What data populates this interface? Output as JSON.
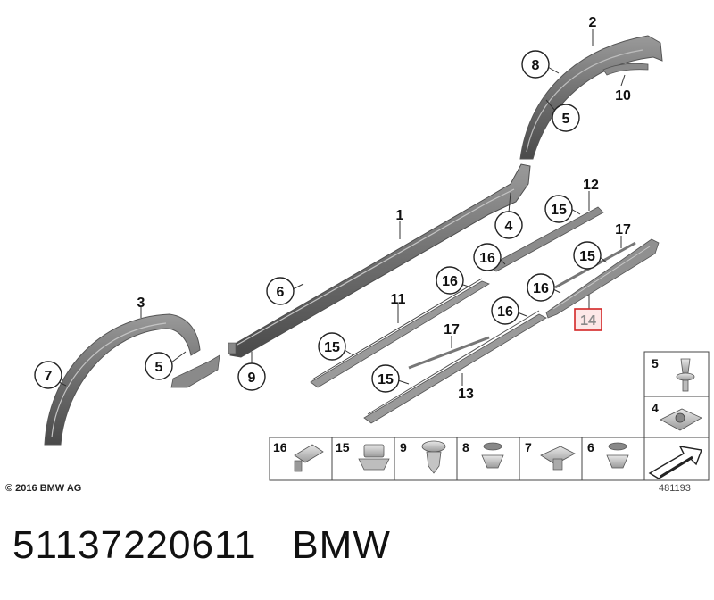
{
  "callouts": {
    "c1": "1",
    "c2": "2",
    "c3": "3",
    "c4": "4",
    "c5a": "5",
    "c5b": "5",
    "c6": "6",
    "c7": "7",
    "c8": "8",
    "c9": "9",
    "c10": "10",
    "c11": "11",
    "c12": "12",
    "c13": "13",
    "c14": "14",
    "c15a": "15",
    "c15b": "15",
    "c15c": "15",
    "c15d": "15",
    "c16a": "16",
    "c16b": "16",
    "c16c": "16",
    "c16d": "16",
    "c17a": "17",
    "c17b": "17"
  },
  "highlighted_callout": "14",
  "highlight_color": "#d32626",
  "legend_side": {
    "top": "5",
    "middle": "4"
  },
  "legend_bottom": [
    "16",
    "15",
    "9",
    "8",
    "7",
    "6"
  ],
  "copyright": "© 2016 BMW AG",
  "image_number": "481193",
  "part_line": "51137220611   BMW"
}
